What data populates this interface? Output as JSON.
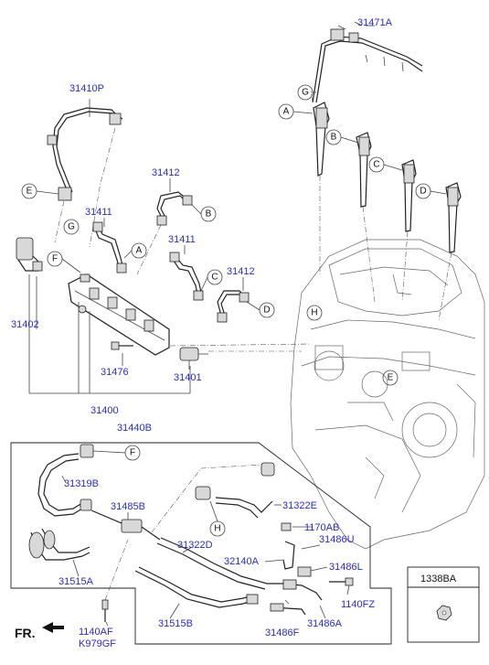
{
  "labels": {
    "p31471A": "31471A",
    "p31410P": "31410P",
    "p31412a": "31412",
    "p31411a": "31411",
    "p31411b": "31411",
    "p31412b": "31412",
    "p31402": "31402",
    "p31476": "31476",
    "p31401": "31401",
    "p31400": "31400",
    "p31440B": "31440B",
    "p31319B": "31319B",
    "p31485B": "31485B",
    "p31322E": "31322E",
    "p1170AB": "1170AB",
    "p31486U": "31486U",
    "p31322D": "31322D",
    "p32140A": "32140A",
    "p31486L": "31486L",
    "p31515A": "31515A",
    "p1140FZ": "1140FZ",
    "p31515B": "31515B",
    "p31486F": "31486F",
    "p31486A": "31486A",
    "p1140AF": "1140AF",
    "pK979GF": "K979GF",
    "p1338BA": "1338BA",
    "fr": "FR."
  },
  "callouts": {
    "G_top": "G",
    "A_top": "A",
    "B_top": "B",
    "C_top": "C",
    "D_top": "D",
    "E_left": "E",
    "G_left": "G",
    "B_mid": "B",
    "A_mid": "A",
    "F_left": "F",
    "C_mid": "C",
    "D_mid": "D",
    "H_engine": "H",
    "E_engine": "E",
    "F_lower": "F",
    "H_lower": "H"
  }
}
